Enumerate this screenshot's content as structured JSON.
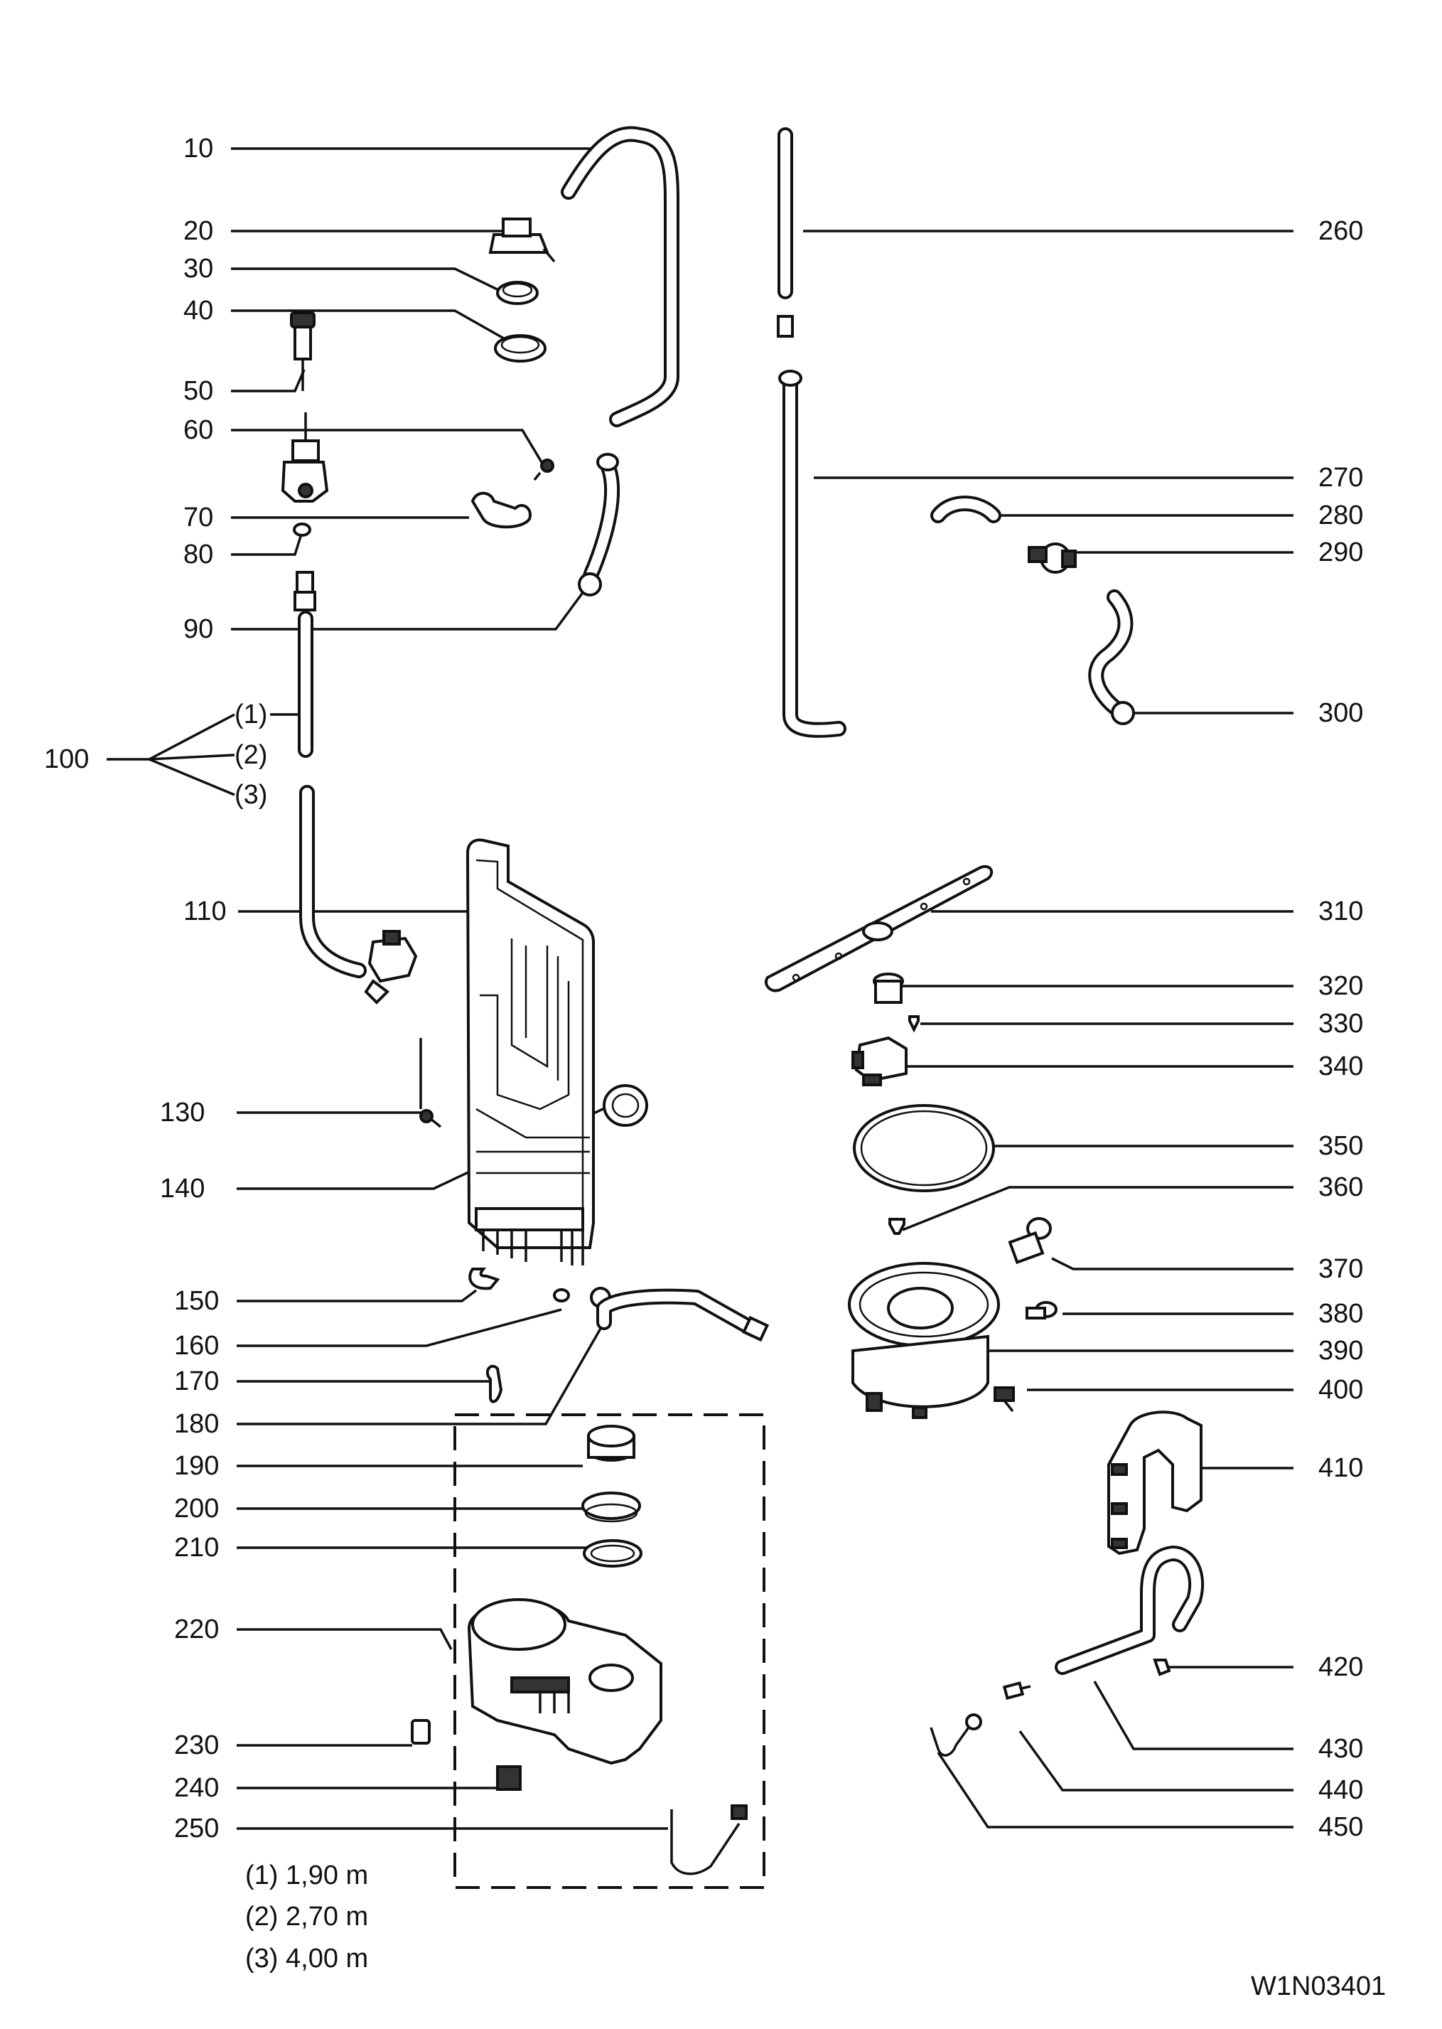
{
  "callouts": {
    "c10": "10",
    "c20": "20",
    "c30": "30",
    "c40": "40",
    "c50": "50",
    "c60": "60",
    "c70": "70",
    "c80": "80",
    "c90": "90",
    "c100": "100",
    "c100_1": "(1)",
    "c100_2": "(2)",
    "c100_3": "(3)",
    "c110": "110",
    "c130": "130",
    "c140": "140",
    "c150": "150",
    "c160": "160",
    "c170": "170",
    "c180": "180",
    "c190": "190",
    "c200": "200",
    "c210": "210",
    "c220": "220",
    "c230": "230",
    "c240": "240",
    "c250": "250",
    "c260": "260",
    "c270": "270",
    "c280": "280",
    "c290": "290",
    "c300": "300",
    "c310": "310",
    "c320": "320",
    "c330": "330",
    "c340": "340",
    "c350": "350",
    "c360": "360",
    "c370": "370",
    "c380": "380",
    "c390": "390",
    "c400": "400",
    "c410": "410",
    "c420": "420",
    "c430": "430",
    "c440": "440",
    "c450": "450"
  },
  "legend": {
    "line1": "(1) 1,90 m",
    "line2": "(2) 2,70 m",
    "line3": "(3) 4,00 m"
  },
  "drawing_id": "W1N03401"
}
